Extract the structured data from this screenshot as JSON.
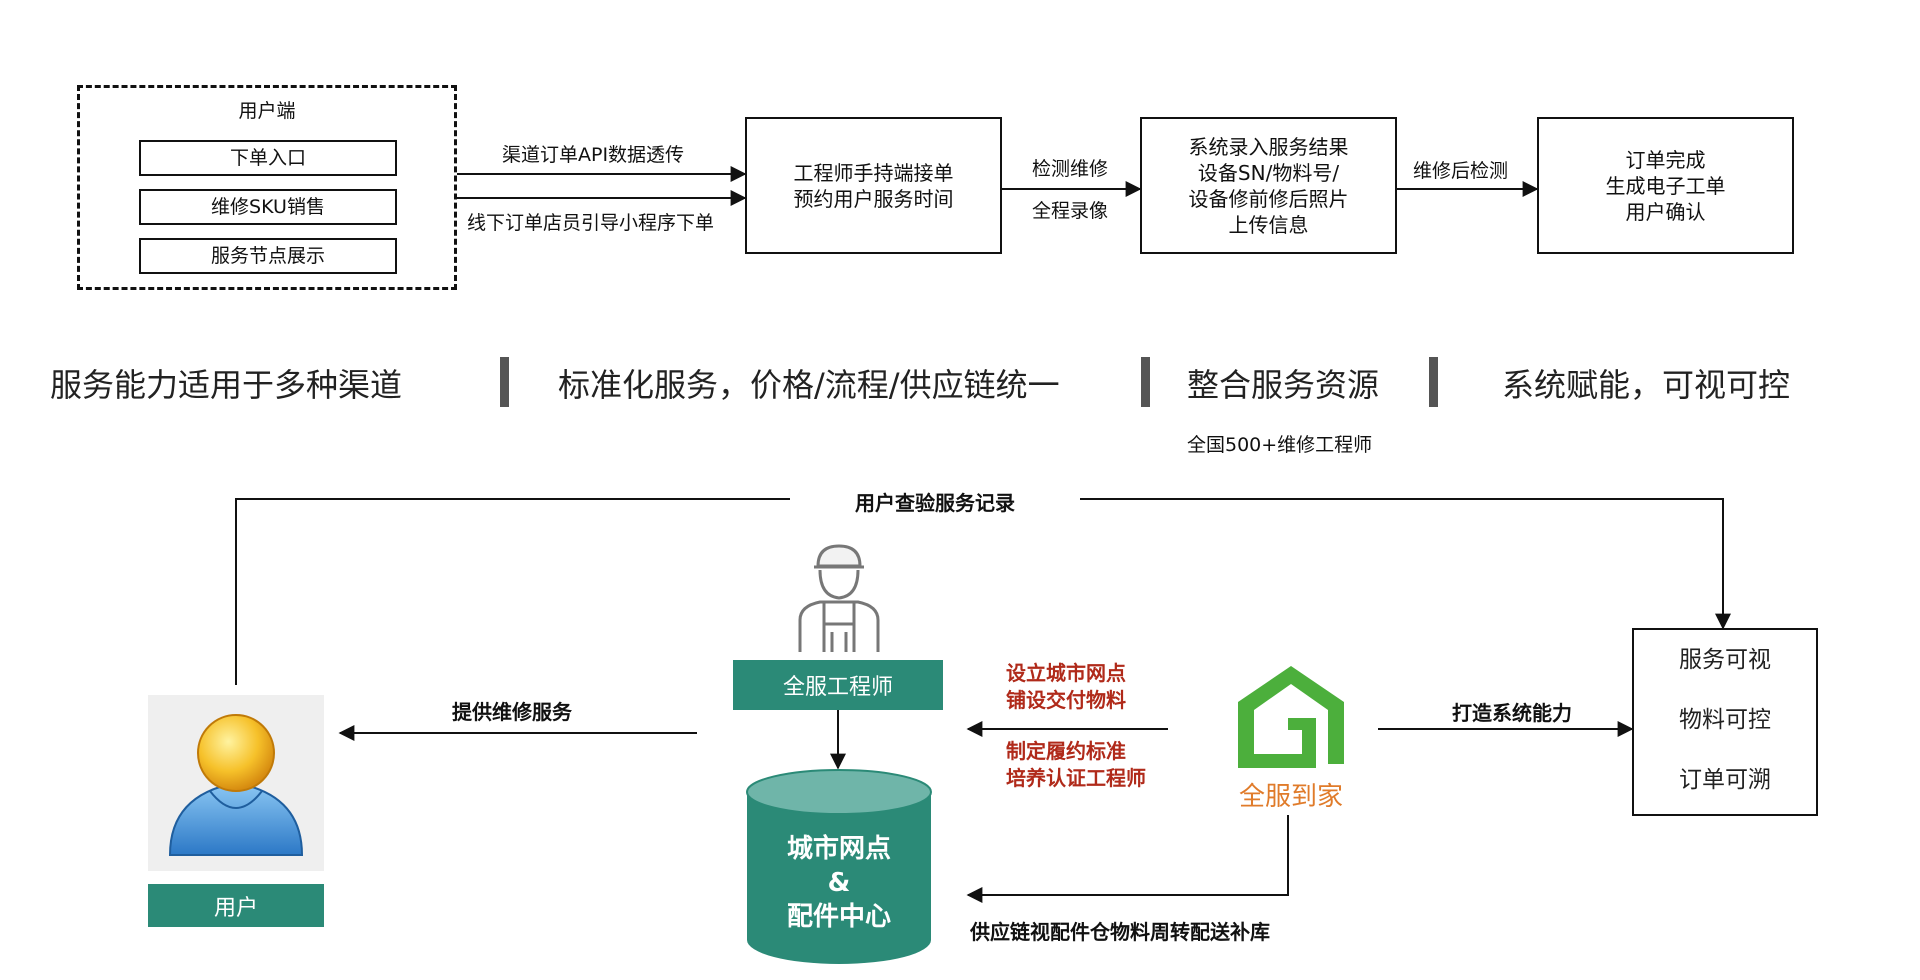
{
  "top_flow": {
    "user_end": {
      "title": "用户端",
      "items": [
        "下单入口",
        "维修SKU销售",
        "服务节点展示"
      ]
    },
    "channel_labels": [
      "渠道订单API数据透传",
      "线下订单店员引导小程序下单"
    ],
    "engineer_box": [
      "工程师手持端接单",
      "预约用户服务时间"
    ],
    "step2_labels": [
      "检测维修",
      "全程录像"
    ],
    "system_box": [
      "系统录入服务结果",
      "设备SN/物料号/",
      "设备修前修后照片",
      "上传信息"
    ],
    "step3_label": "维修后检测",
    "complete_box": [
      "订单完成",
      "生成电子工单",
      "用户确认"
    ]
  },
  "headlines": [
    "服务能力适用于多种渠道",
    "标准化服务，价格/流程/供应链统一",
    "整合服务资源",
    "系统赋能，可视可控"
  ],
  "headline_sub": "全国500+维修工程师",
  "bottom_flow": {
    "top_arrow_label": "用户查验服务记录",
    "user_label": "用户",
    "provide_service_label": "提供维修服务",
    "engineer_label": "全服工程师",
    "center_cylinder": [
      "城市网点",
      "&",
      "配件中心"
    ],
    "red_labels_top": [
      "设立城市网点",
      "铺设交付物料"
    ],
    "red_labels_bottom": [
      "制定履约标准",
      "培养认证工程师"
    ],
    "brand_name": "全服到家",
    "system_capability_label": "打造系统能力",
    "features": [
      "服务可视",
      "物料可控",
      "订单可溯"
    ],
    "supply_chain_label": "供应链视配件仓物料周转配送补库"
  },
  "colors": {
    "teal": "#2b8a77",
    "teal_light": "#6fb5a9",
    "brand_green": "#4caf3c",
    "brand_orange": "#e07b2a",
    "red_text": "#b02a1a",
    "separator": "#555555"
  },
  "icons": [
    "engineer-icon",
    "user-avatar-icon",
    "house-logo-icon"
  ]
}
